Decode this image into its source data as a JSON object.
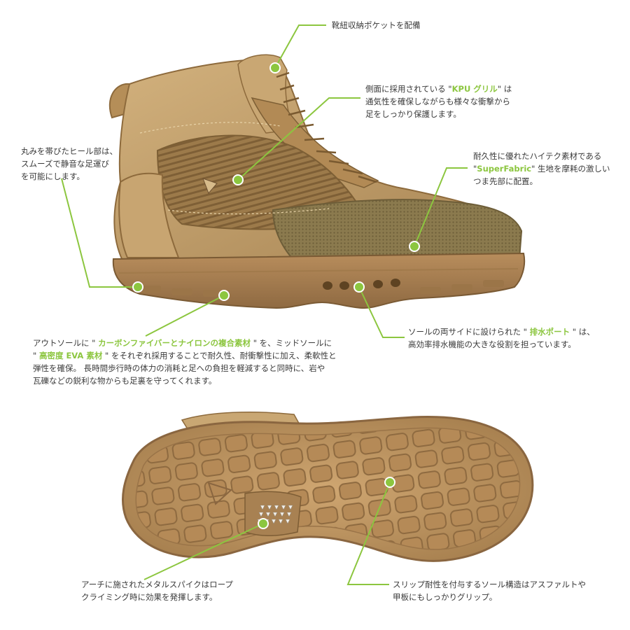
{
  "accent_color": "#8cc63f",
  "shoe_color": "#c4a16c",
  "notes": {
    "lace_pocket": {
      "text": "靴紐収納ポケットを配備"
    },
    "kpu_grill": {
      "l1_pre": "側面に採用されている \"",
      "l1_hl": "KPU グリル",
      "l1_post": "\" は",
      "l2": "通気性を確保しながらも様々な衝撃から",
      "l3": "足をしっかり保護します。"
    },
    "heel": {
      "l1": "丸みを帯びたヒール部は、",
      "l2": "スムーズで静音な足運び",
      "l3": "を可能にします。"
    },
    "superfabric": {
      "l1": "耐久性に優れたハイテク素材である",
      "l2_pre": "\"",
      "l2_hl": "SuperFabric",
      "l2_post": "\" 生地を摩耗の激しい",
      "l3": "つま先部に配置。"
    },
    "outsole": {
      "l1_pre": "アウトソールに \" ",
      "l1_hl": "カーボンファイバーとナイロンの複合素材",
      "l1_post": " \" を、ミッドソールに",
      "l2_pre": "\" ",
      "l2_hl": "高密度 EVA 素材",
      "l2_post": " \" をそれぞれ採用することで耐久性、耐衝撃性に加え、柔軟性と",
      "l3": "弾性を確保。 長時間歩行時の体力の消耗と足への負担を軽減すると同時に、岩や",
      "l4": "瓦礫などの鋭利な物からも足裏を守ってくれます。"
    },
    "drain": {
      "l1_pre": "ソールの両サイドに設けられた \" ",
      "l1_hl": "排水ポート",
      "l1_post": " \" は、",
      "l2": "高効率排水機能の大きな役割を担っています。"
    },
    "spike": {
      "l1": "アーチに施されたメタルスパイクはロープ",
      "l2": "クライミング時に効果を発揮します。"
    },
    "slip": {
      "l1": "スリップ耐性を付与するソール構造はアスファルトや",
      "l2": "甲板にもしっかりグリップ。"
    }
  }
}
